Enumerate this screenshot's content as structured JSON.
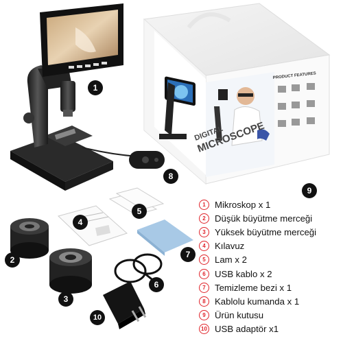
{
  "box": {
    "line1": "DIGITAL",
    "line2": "MICROSCOPE",
    "side_label": "PRODUCT FEATURES"
  },
  "markers": [
    "1",
    "2",
    "3",
    "4",
    "5",
    "6",
    "7",
    "8",
    "9",
    "10"
  ],
  "legend": [
    {
      "num": "1",
      "text": "Mikroskop x 1"
    },
    {
      "num": "2",
      "text": "Düşük büyütme merceği"
    },
    {
      "num": "3",
      "text": "Yüksek büyütme merceği"
    },
    {
      "num": "4",
      "text": "Kılavuz"
    },
    {
      "num": "5",
      "text": "Lam x 2"
    },
    {
      "num": "6",
      "text": "USB kablo x 2"
    },
    {
      "num": "7",
      "text": "Temizleme bezi x 1"
    },
    {
      "num": "8",
      "text": "Kablolu kumanda x 1"
    },
    {
      "num": "9",
      "text": "Ürün kutusu"
    },
    {
      "num": "10",
      "text": "USB adaptör x1"
    }
  ],
  "colors": {
    "accent": "#e0242b",
    "marker": "#111111"
  }
}
